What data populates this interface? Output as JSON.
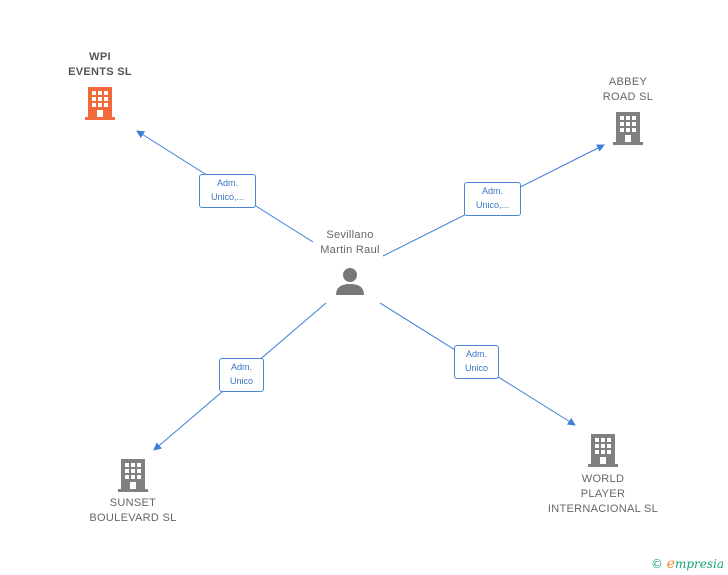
{
  "center": {
    "label": "Sevillano\nMartin Raul",
    "icon": "person-icon"
  },
  "companies": [
    {
      "id": "wpi",
      "label": "WPI\nEVENTS  SL",
      "icon": "building-icon",
      "color": "#f26a3a",
      "highlighted": true
    },
    {
      "id": "abbey",
      "label": "ABBEY\nROAD SL",
      "icon": "building-icon",
      "color": "#808080",
      "highlighted": false
    },
    {
      "id": "sunset",
      "label": "SUNSET\nBOULEVARD SL",
      "icon": "building-icon",
      "color": "#808080",
      "highlighted": false
    },
    {
      "id": "world",
      "label": "WORLD\nPLAYER\nINTERNACIONAL SL",
      "icon": "building-icon",
      "color": "#808080",
      "highlighted": false
    }
  ],
  "relations": [
    {
      "to": "wpi",
      "label": "Adm.\nUnico,..."
    },
    {
      "to": "abbey",
      "label": "Adm.\nUnico,..."
    },
    {
      "to": "sunset",
      "label": "Adm.\nUnico"
    },
    {
      "to": "world",
      "label": "Adm.\nUnico"
    }
  ],
  "colors": {
    "edge": "#3b7fd9",
    "person": "#777777"
  },
  "footer": {
    "copyright": "©",
    "brand_first": "e",
    "brand_rest": "mpresia"
  }
}
